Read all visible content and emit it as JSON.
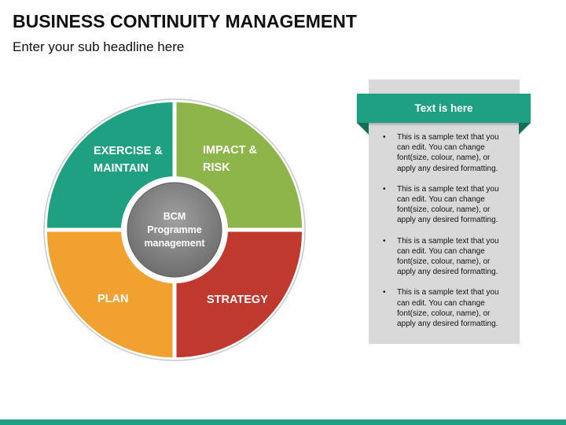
{
  "title": "BUSINESS CONTINUITY MANAGEMENT",
  "subtitle": "Enter your sub headline here",
  "cycle": {
    "center": [
      "BCM",
      "Programme",
      "management"
    ],
    "segments": [
      {
        "id": "exercise-maintain",
        "lines": [
          "EXERCISE &",
          "MAINTAIN"
        ],
        "color": "#1fa082"
      },
      {
        "id": "impact-risk",
        "lines": [
          "IMPACT &",
          "RISK"
        ],
        "color": "#8db54a"
      },
      {
        "id": "strategy",
        "lines": [
          "STRATEGY"
        ],
        "color": "#c0392f"
      },
      {
        "id": "plan",
        "lines": [
          "PLAN"
        ],
        "color": "#f0a12f"
      }
    ]
  },
  "panel": {
    "header": "Text is here",
    "bullet_glyph": "•",
    "bullets": [
      "This is a sample text that you can edit. You can change font(size, colour, name), or apply any desired formatting.",
      "This is a sample text that you can edit. You can change font(size, colour, name), or apply any desired formatting.",
      "This is a sample text that you can edit. You can change font(size, colour, name), or apply any desired formatting.",
      "This is a sample text that you can edit. You can change font(size, colour, name), or apply any desired formatting."
    ]
  },
  "colors": {
    "accent": "#1fa082",
    "panel_bg": "#d9d9d9",
    "center_fill": "#8a8a8a"
  }
}
